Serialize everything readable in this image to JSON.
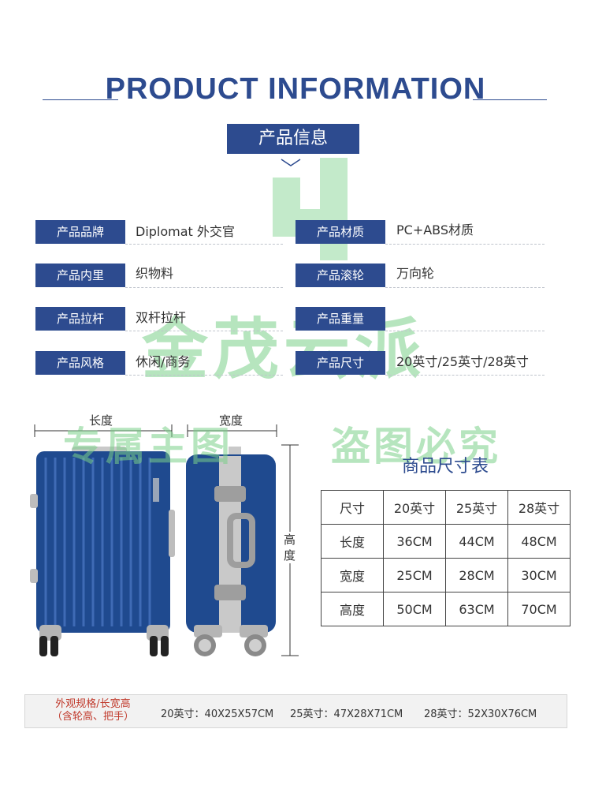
{
  "header": {
    "title": "PRODUCT INFORMATION",
    "subtitle": "产品信息"
  },
  "specs": {
    "brand_label": "产品品牌",
    "brand_value": "Diplomat 外交官",
    "material_label": "产品材质",
    "material_value": "PC+ABS材质",
    "lining_label": "产品内里",
    "lining_value": "织物料",
    "wheel_label": "产品滚轮",
    "wheel_value": "万向轮",
    "handle_label": "产品拉杆",
    "handle_value": "双杆拉杆",
    "weight_label": "产品重量",
    "weight_value": "",
    "style_label": "产品风格",
    "style_value": "休闲/商务",
    "size_label": "产品尺寸",
    "size_value": "20英寸/25英寸/28英寸"
  },
  "watermarks": {
    "brand": "金茂云派",
    "exclusive": "专属主图",
    "warning": "盗图必究"
  },
  "dimensions": {
    "length": "长度",
    "width": "宽度",
    "height": "高度"
  },
  "size_table": {
    "title": "商品尺寸表",
    "headers": [
      "尺寸",
      "20英寸",
      "25英寸",
      "28英寸"
    ],
    "rows": [
      [
        "长度",
        "36CM",
        "44CM",
        "48CM"
      ],
      [
        "宽度",
        "25CM",
        "28CM",
        "30CM"
      ],
      [
        "高度",
        "50CM",
        "63CM",
        "70CM"
      ]
    ]
  },
  "footer": {
    "label_line1": "外观规格/长宽高",
    "label_line2": "（含轮高、把手）",
    "spec_20": "20英寸：40X25X57CM",
    "spec_25": "25英寸：47X28X71CM",
    "spec_28": "28英寸：52X30X76CM"
  },
  "colors": {
    "brand_blue": "#2d4b8f",
    "suitcase_blue": "#1f4a8f",
    "watermark_green": "#7bd08a",
    "footer_red": "#c0392b"
  }
}
